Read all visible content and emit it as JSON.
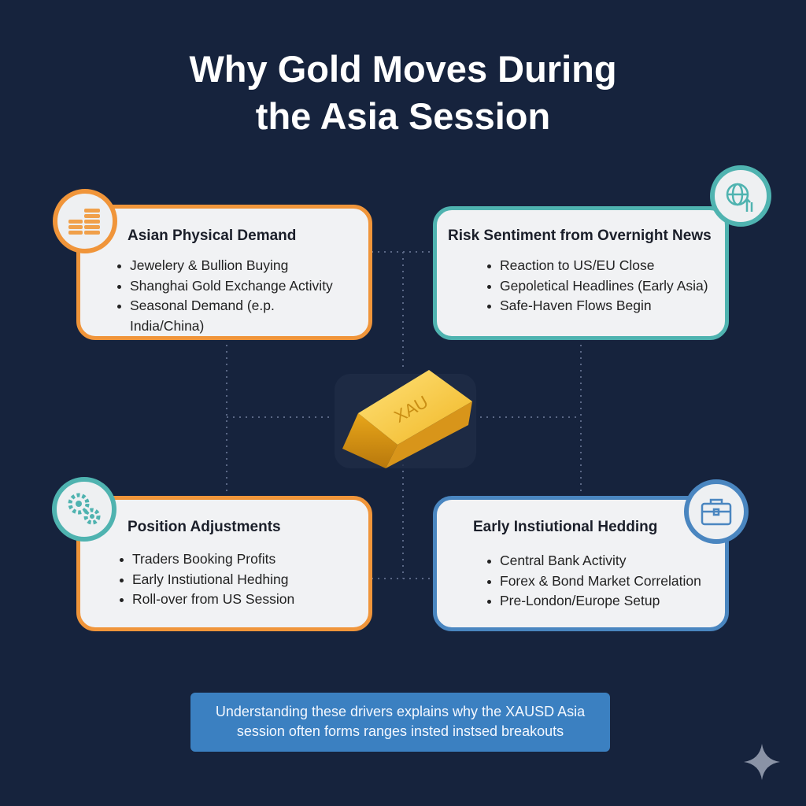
{
  "title": {
    "line1": "Why Gold Moves During",
    "line2": "the Asia Session"
  },
  "center": {
    "label": "XAU",
    "icon": "gold-bar-icon"
  },
  "cards": [
    {
      "title": "Asian Physical Demand",
      "icon": "coin-stack-icon",
      "border_color": "#f0953a",
      "icon_color": "#f0953a",
      "items": [
        "Jewelery & Bullion Buying",
        "Shanghai Gold Exchange Activity",
        "Seasonal Demand (e.p. India/China)"
      ]
    },
    {
      "title": "Risk Sentiment from Overnight News",
      "icon": "globe-arrow-icon",
      "border_color": "#4fb3b0",
      "icon_color": "#4fb3b0",
      "items": [
        "Reaction to US/EU Close",
        "Gepoletical Headlines (Early Asia)",
        "Safe-Haven Flows Begin"
      ]
    },
    {
      "title": "Position Adjustments",
      "icon": "gears-icon",
      "border_color": "#f0953a",
      "icon_color": "#4fb3b0",
      "items": [
        "Traders Booking Profits",
        "Early Instiutional Hedhing",
        "Roll-over from US Session"
      ]
    },
    {
      "title": "Early Instiutional Hedding",
      "icon": "briefcase-icon",
      "border_color": "#4a86c0",
      "icon_color": "#4a86c0",
      "items": [
        "Central Bank Activity",
        "Forex & Bond Market Correlation",
        "Pre-London/Europe Setup"
      ]
    }
  ],
  "banner": {
    "line1": "Understanding these drivers explains why the XAUSD Asia",
    "line2": "session often forms ranges insted instsed breakouts"
  }
}
